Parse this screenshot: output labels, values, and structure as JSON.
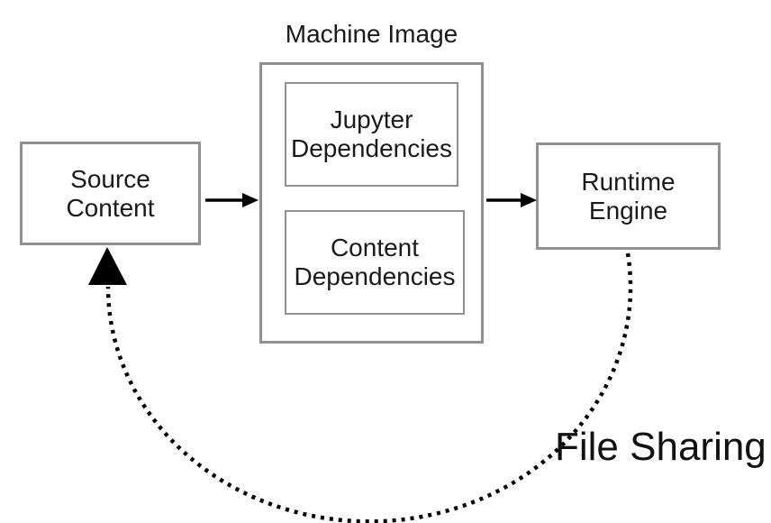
{
  "diagram": {
    "title": "Machine Image",
    "nodes": {
      "source": {
        "label": [
          "Source",
          "Content"
        ]
      },
      "jupyter": {
        "label": [
          "Jupyter",
          "Dependencies"
        ]
      },
      "content": {
        "label": [
          "Content",
          "Dependencies"
        ]
      },
      "runtime": {
        "label": [
          "Runtime",
          "Engine"
        ]
      }
    },
    "annotation": "File Sharing",
    "colors": {
      "border": "#909090",
      "text": "#1a1a1a",
      "arrow": "#000000",
      "background": "#ffffff"
    }
  }
}
